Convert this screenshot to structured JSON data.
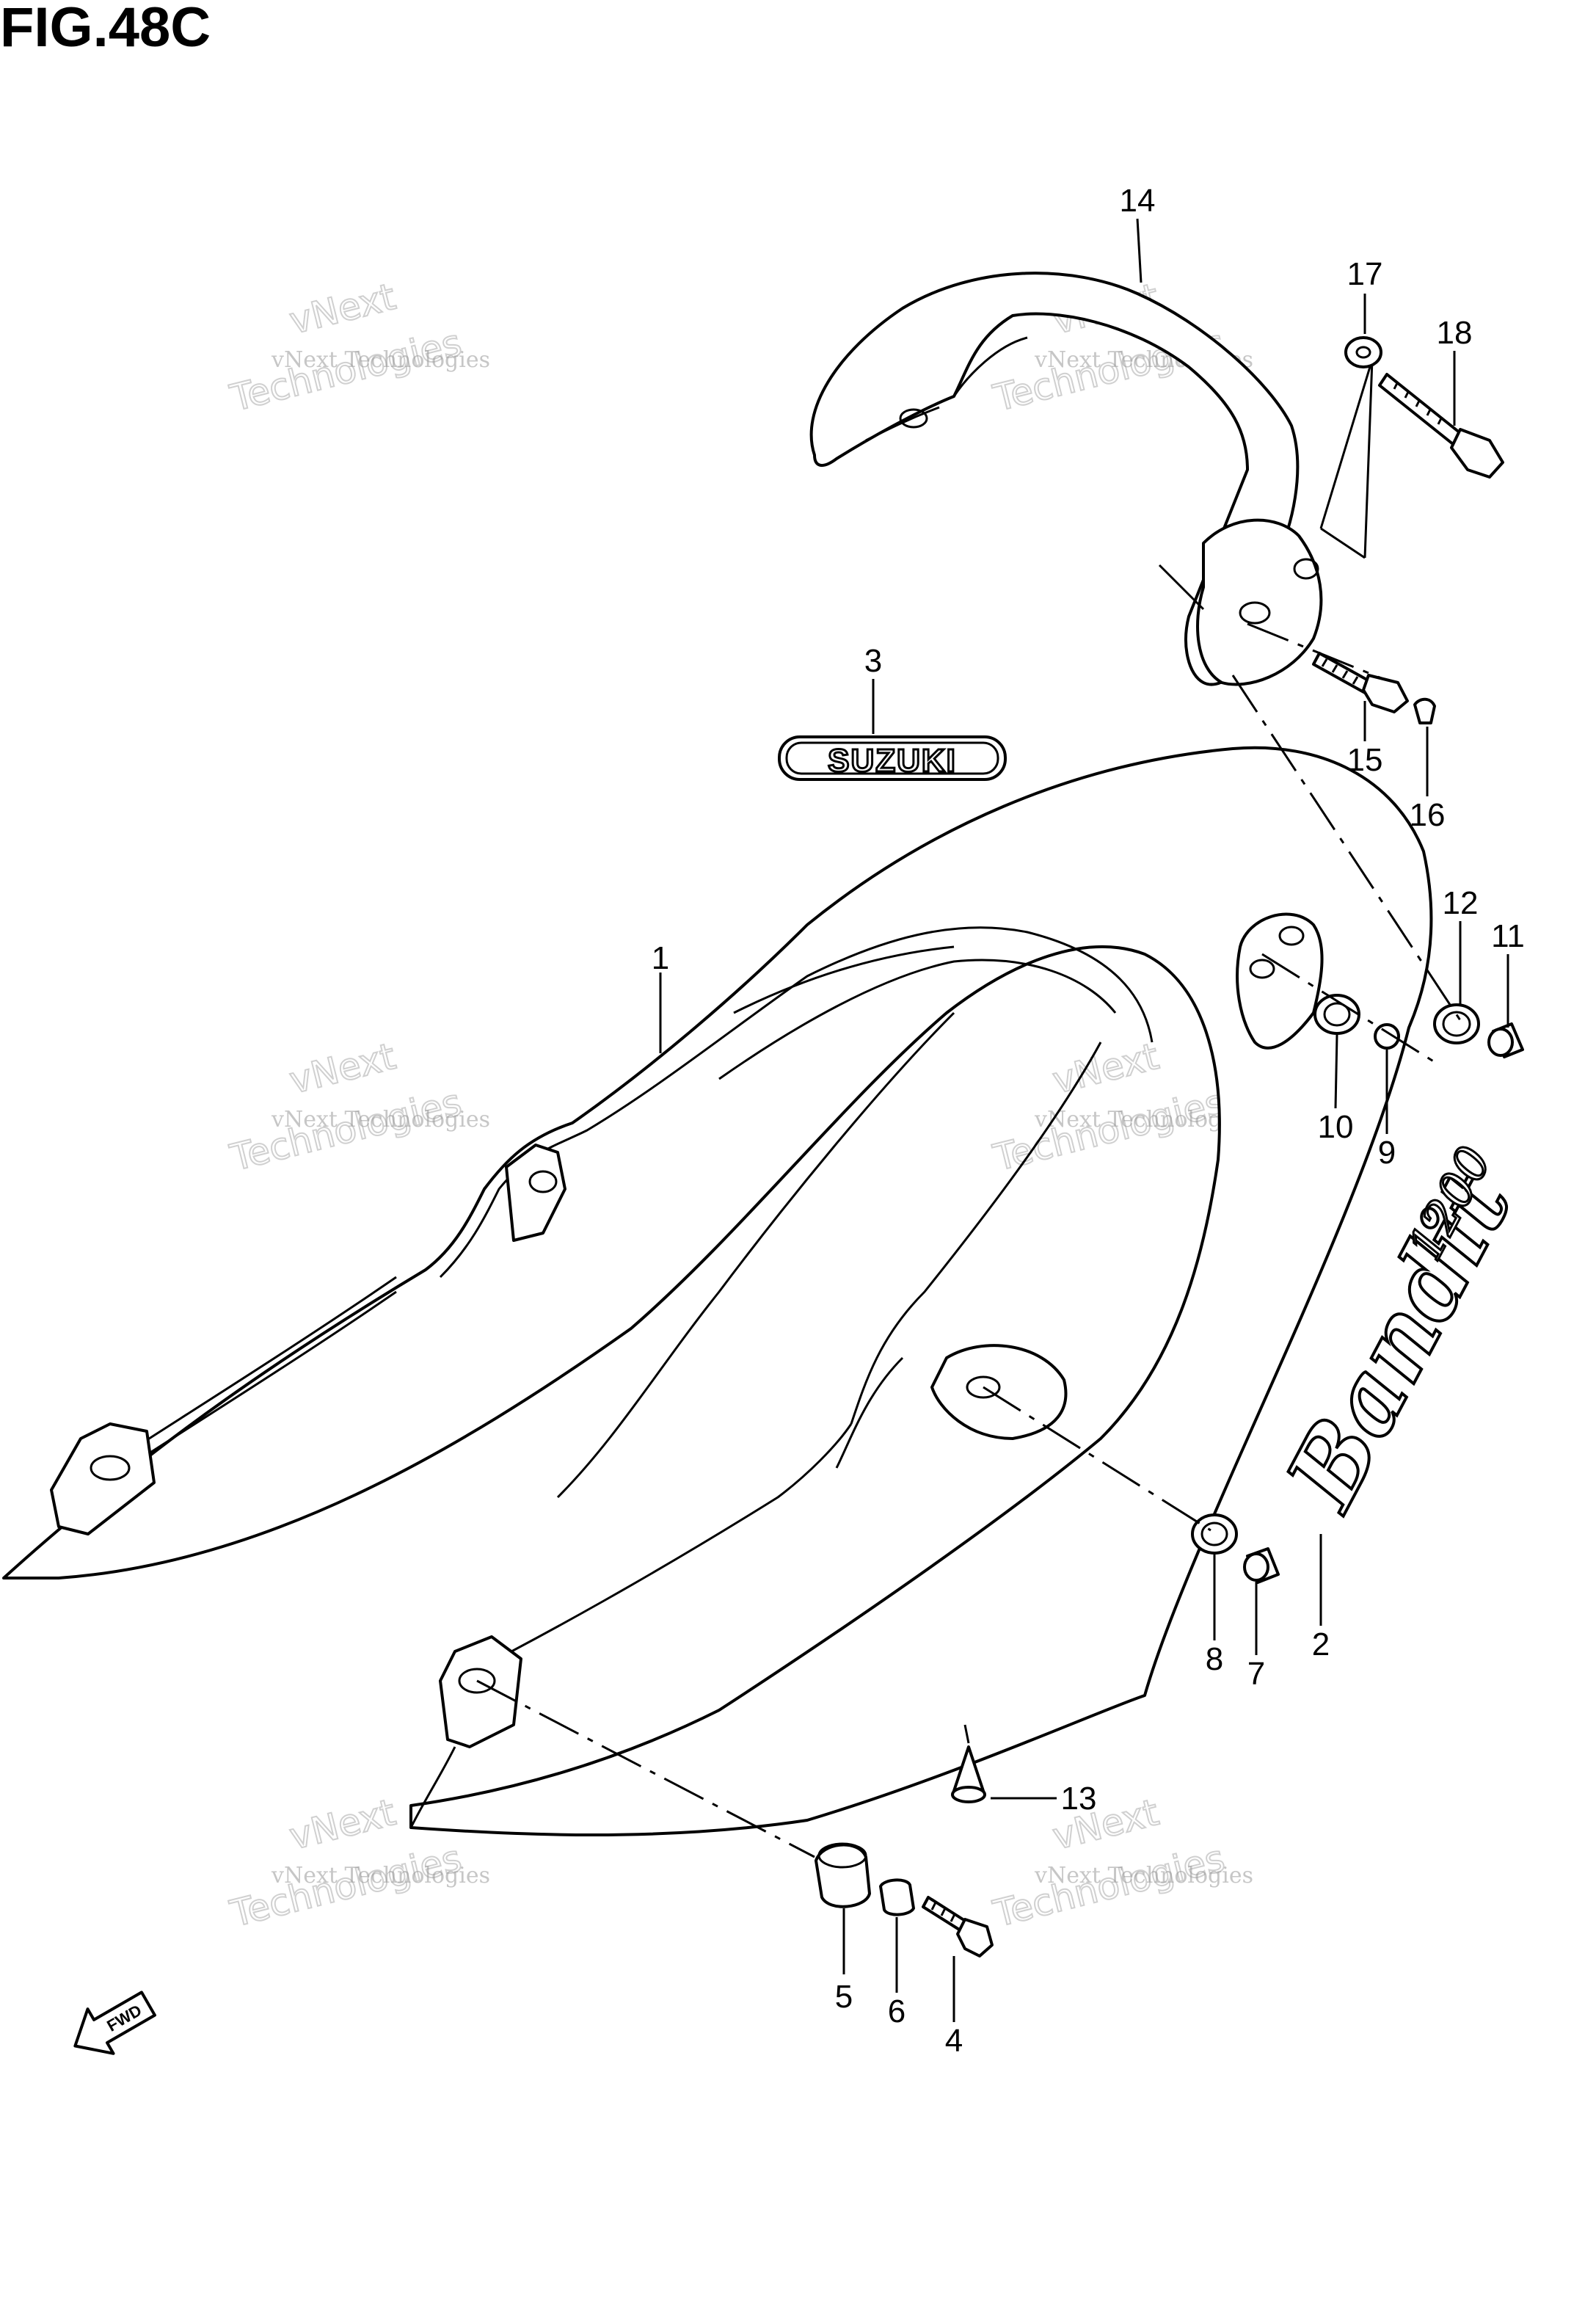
{
  "figure": {
    "title": "FIG.48C"
  },
  "callouts": [
    {
      "id": "1",
      "label": "1"
    },
    {
      "id": "2",
      "label": "2"
    },
    {
      "id": "3",
      "label": "3"
    },
    {
      "id": "4",
      "label": "4"
    },
    {
      "id": "5",
      "label": "5"
    },
    {
      "id": "6",
      "label": "6"
    },
    {
      "id": "7",
      "label": "7"
    },
    {
      "id": "8",
      "label": "8"
    },
    {
      "id": "9",
      "label": "9"
    },
    {
      "id": "10",
      "label": "10"
    },
    {
      "id": "11",
      "label": "11"
    },
    {
      "id": "12",
      "label": "12"
    },
    {
      "id": "13",
      "label": "13"
    },
    {
      "id": "14",
      "label": "14"
    },
    {
      "id": "15",
      "label": "15"
    },
    {
      "id": "16",
      "label": "16"
    },
    {
      "id": "17",
      "label": "17"
    },
    {
      "id": "18",
      "label": "18"
    }
  ],
  "emblem": {
    "text": "SUZUKI"
  },
  "decal": {
    "script": "Bandit",
    "number": "1200"
  },
  "fwd": {
    "label": "FWD"
  },
  "watermark": {
    "line1": "vNext Technologies",
    "line2": "vNext",
    "line3": "Technologies"
  }
}
